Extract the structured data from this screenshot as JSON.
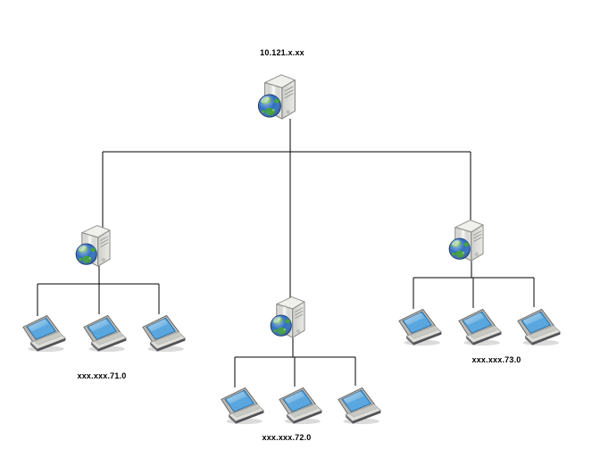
{
  "diagram": {
    "root": {
      "ip_label": "10.121.x.xx",
      "node_type": "internet-server"
    },
    "subnets": [
      {
        "ip_label": "xxx.xxx.71.0",
        "node_type": "internet-server",
        "laptop_count": 3
      },
      {
        "ip_label": "xxx.xxx.72.0",
        "node_type": "internet-server",
        "laptop_count": 3
      },
      {
        "ip_label": "xxx.xxx.73.0",
        "node_type": "internet-server",
        "laptop_count": 3
      }
    ],
    "colors": {
      "background": "#ffffff",
      "connector": "#000000",
      "label_text": "#000000",
      "globe_ocean": "#2f6fc1",
      "globe_land": "#3f9e3b",
      "laptop_screen": "#59a7de",
      "tower_body": "#f6f6f2"
    }
  }
}
